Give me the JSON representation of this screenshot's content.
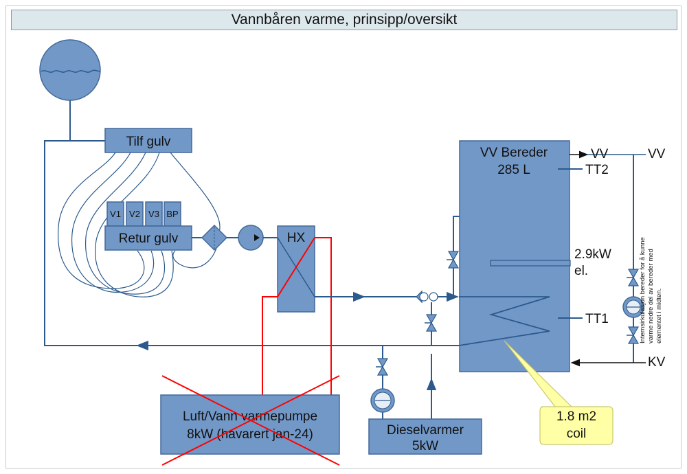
{
  "title": "Vannbåren varme, prinsipp/oversikt",
  "labels": {
    "tilf_gulv": "Tilf gulv",
    "retur_gulv": "Retur gulv",
    "v1": "V1",
    "v2": "V2",
    "v3": "V3",
    "bp": "BP",
    "hx": "HX",
    "vv_bereder_1": "VV Bereder",
    "vv_bereder_2": "285 L",
    "vv_inner": "VV",
    "vv_outer": "VV",
    "tt2": "TT2",
    "tt1": "TT1",
    "element_1": "2.9kW",
    "element_2": "el.",
    "kv": "KV",
    "heatpump_1": "Luft/Vann varmepumpe",
    "heatpump_2": "8kW (havarert jan-24)",
    "diesel_1": "Dieselvarmer",
    "diesel_2": "5kW",
    "coil_1": "1.8 m2",
    "coil_2": "coil",
    "recirc_1": "Internsirkulasjon bereder for å kunne",
    "recirc_2": "varme nedre del av bereder med",
    "recirc_3": "elementet i midten."
  },
  "colors": {
    "box_fill": "#7298c8",
    "box_stroke": "#43699a",
    "pipe": "#2c5a8c",
    "crossed_out": "#ff0000",
    "callout_fill": "#ffffa6",
    "title_bg": "#dde8ed"
  }
}
